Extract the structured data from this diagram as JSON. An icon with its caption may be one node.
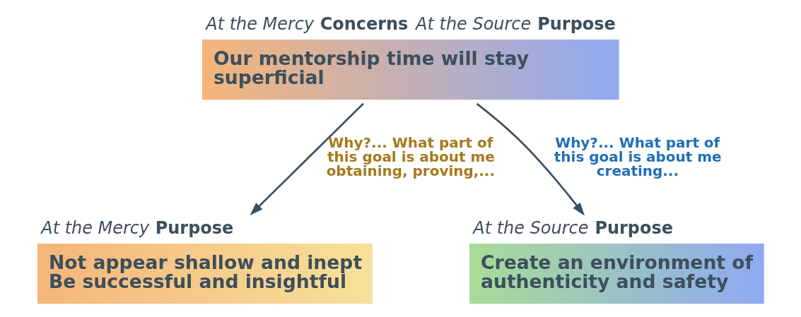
{
  "diagram": {
    "nodes": [
      {
        "text": [
          "*At the Mercy* Concerns",
          "Our mentorship time will stay superficial"
        ],
        "beside": [
          "*At the Source* Purpose"
        ]
      },
      {
        "text": [
          "*At the Mercy* Purpose",
          "Not appear shallow and inept",
          "Be successful and insightful"
        ]
      },
      {
        "text": [
          "*At the Source* Purpose",
          "Create an environment of authenticity and safety"
        ]
      }
    ],
    "edges": [
      {
        "from": 0,
        "to": 1,
        "arrow": "to",
        "label": "Why?... What part of this goal is about me obtaining, proving,..."
      },
      {
        "from": 0,
        "to": 2,
        "arrow": "to",
        "label": "Why?... What part of this goal is about me creating..."
      }
    ]
  }
}
